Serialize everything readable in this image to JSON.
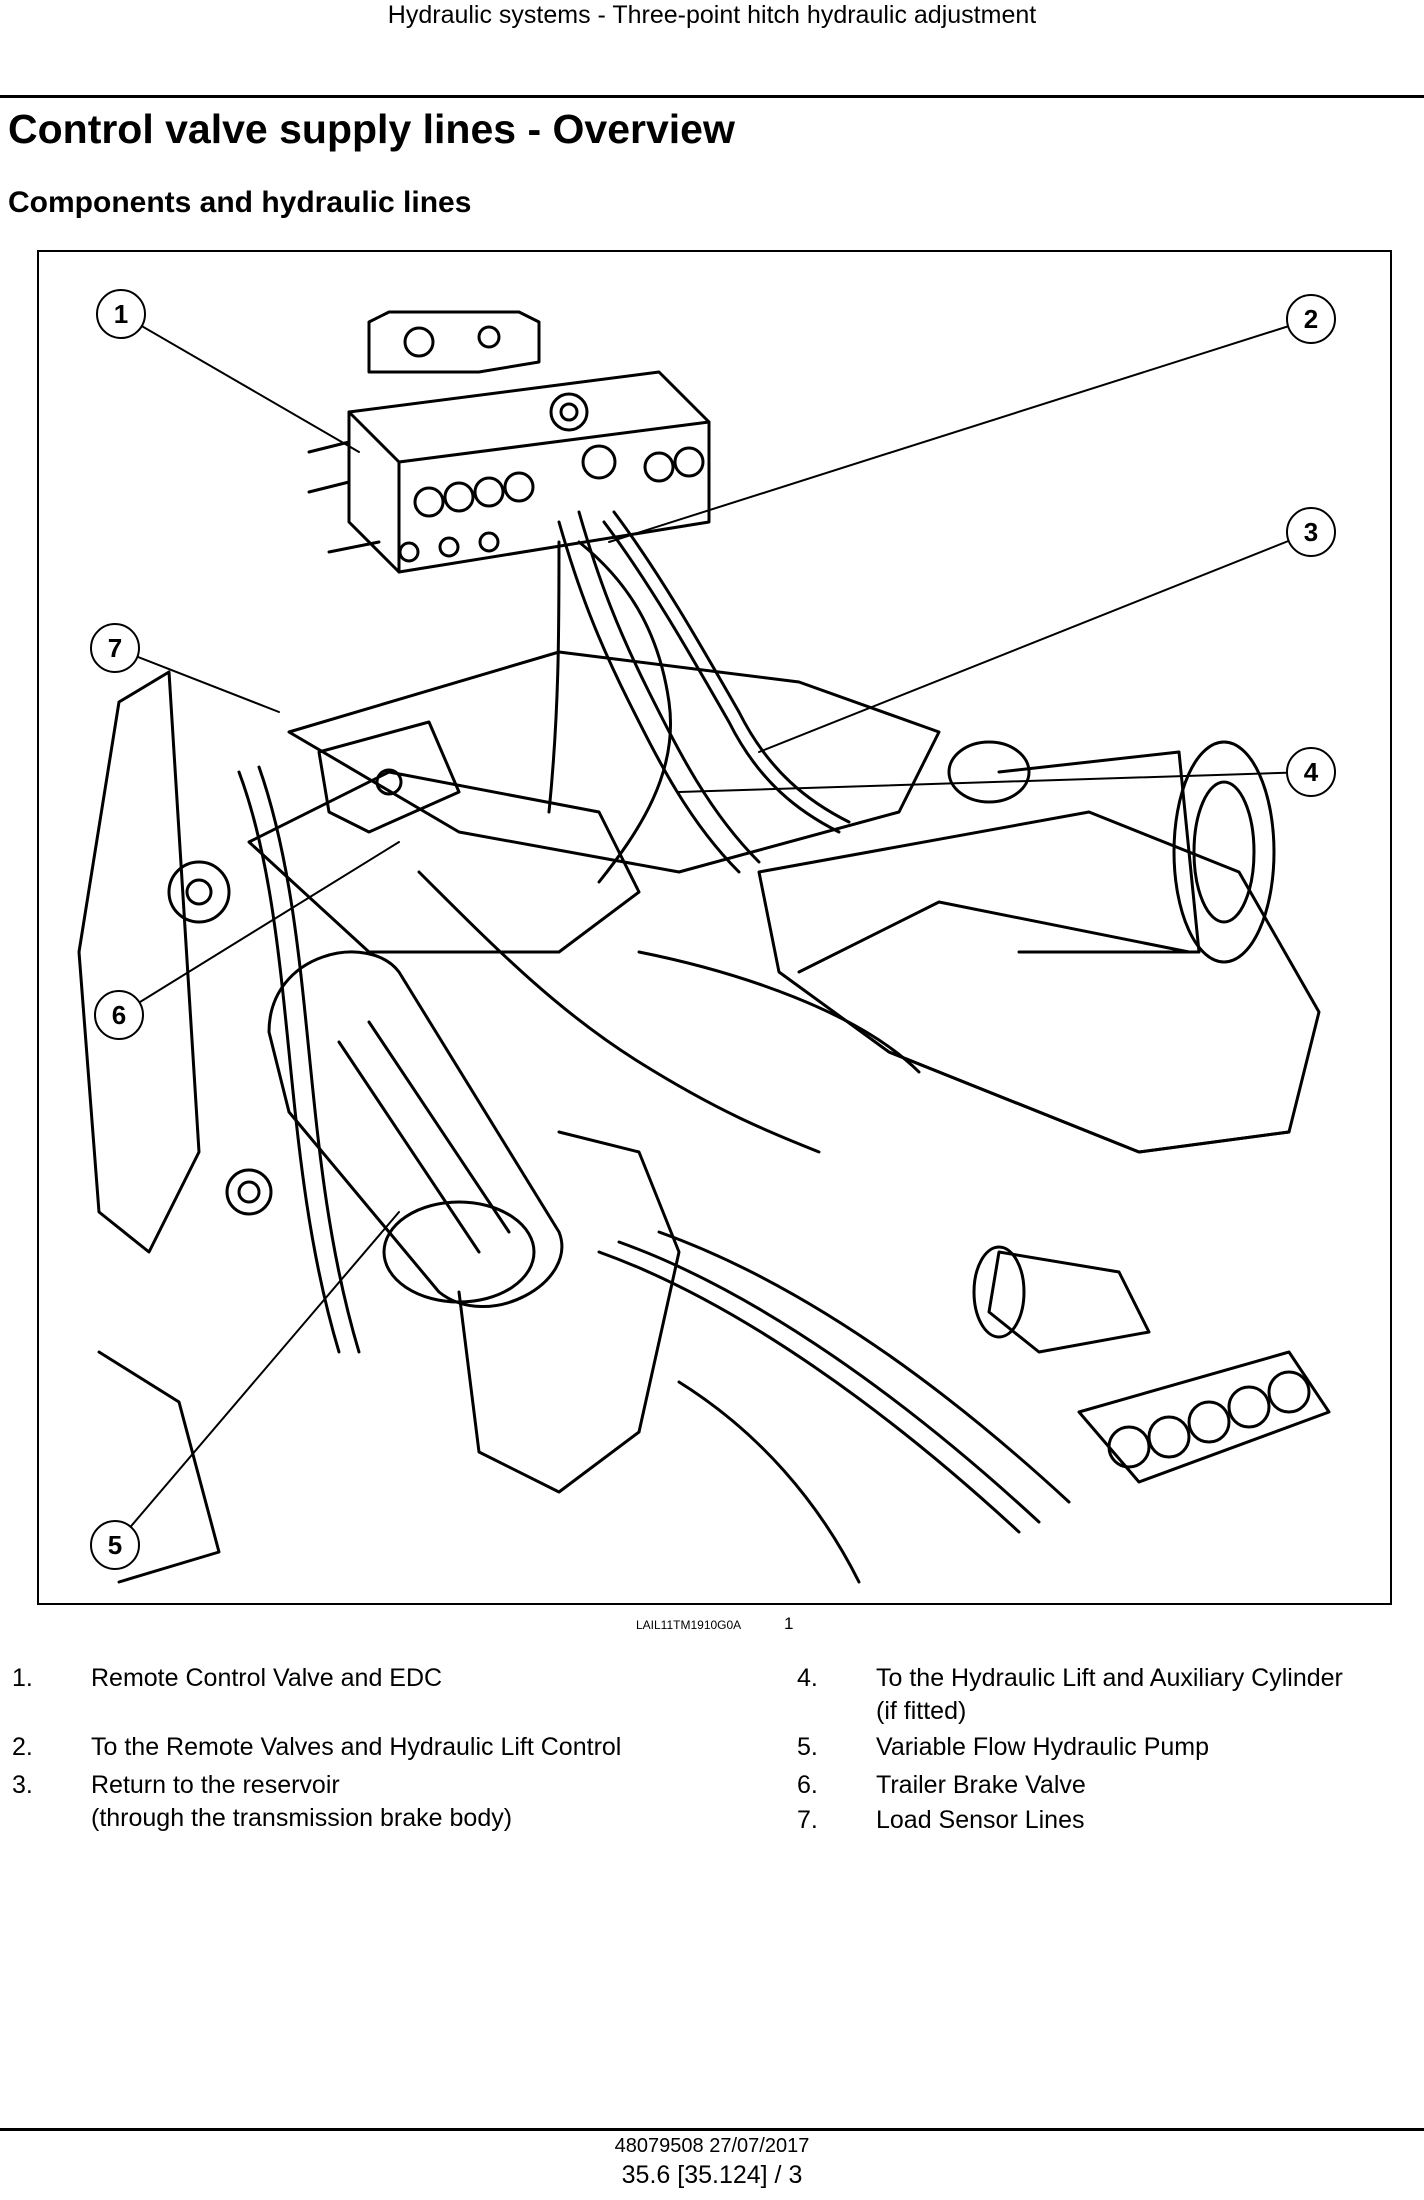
{
  "header": {
    "running_title": "Hydraulic systems - Three-point hitch hydraulic adjustment"
  },
  "page_title": "Control valve supply lines - Overview",
  "section_title": "Components and hydraulic lines",
  "figure": {
    "reference": "LAIL11TM1910G0A",
    "number": "1",
    "callouts": [
      "1",
      "2",
      "3",
      "4",
      "5",
      "6",
      "7"
    ]
  },
  "legend": [
    {
      "num": "1.",
      "lines": [
        "Remote Control Valve and EDC"
      ]
    },
    {
      "num": "2.",
      "lines": [
        "To the Remote Valves and Hydraulic Lift Control"
      ]
    },
    {
      "num": "3.",
      "lines": [
        "Return to the reservoir",
        "(through the transmission brake body)"
      ]
    },
    {
      "num": "4.",
      "lines": [
        "To the Hydraulic Lift and Auxiliary Cylinder",
        "(if fitted)"
      ]
    },
    {
      "num": "5.",
      "lines": [
        "Variable Flow Hydraulic Pump"
      ]
    },
    {
      "num": "6.",
      "lines": [
        "Trailer Brake Valve"
      ]
    },
    {
      "num": "7.",
      "lines": [
        "Load Sensor Lines"
      ]
    }
  ],
  "footer": {
    "document": "48079508 27/07/2017",
    "page": "35.6 [35.124] / 3"
  }
}
